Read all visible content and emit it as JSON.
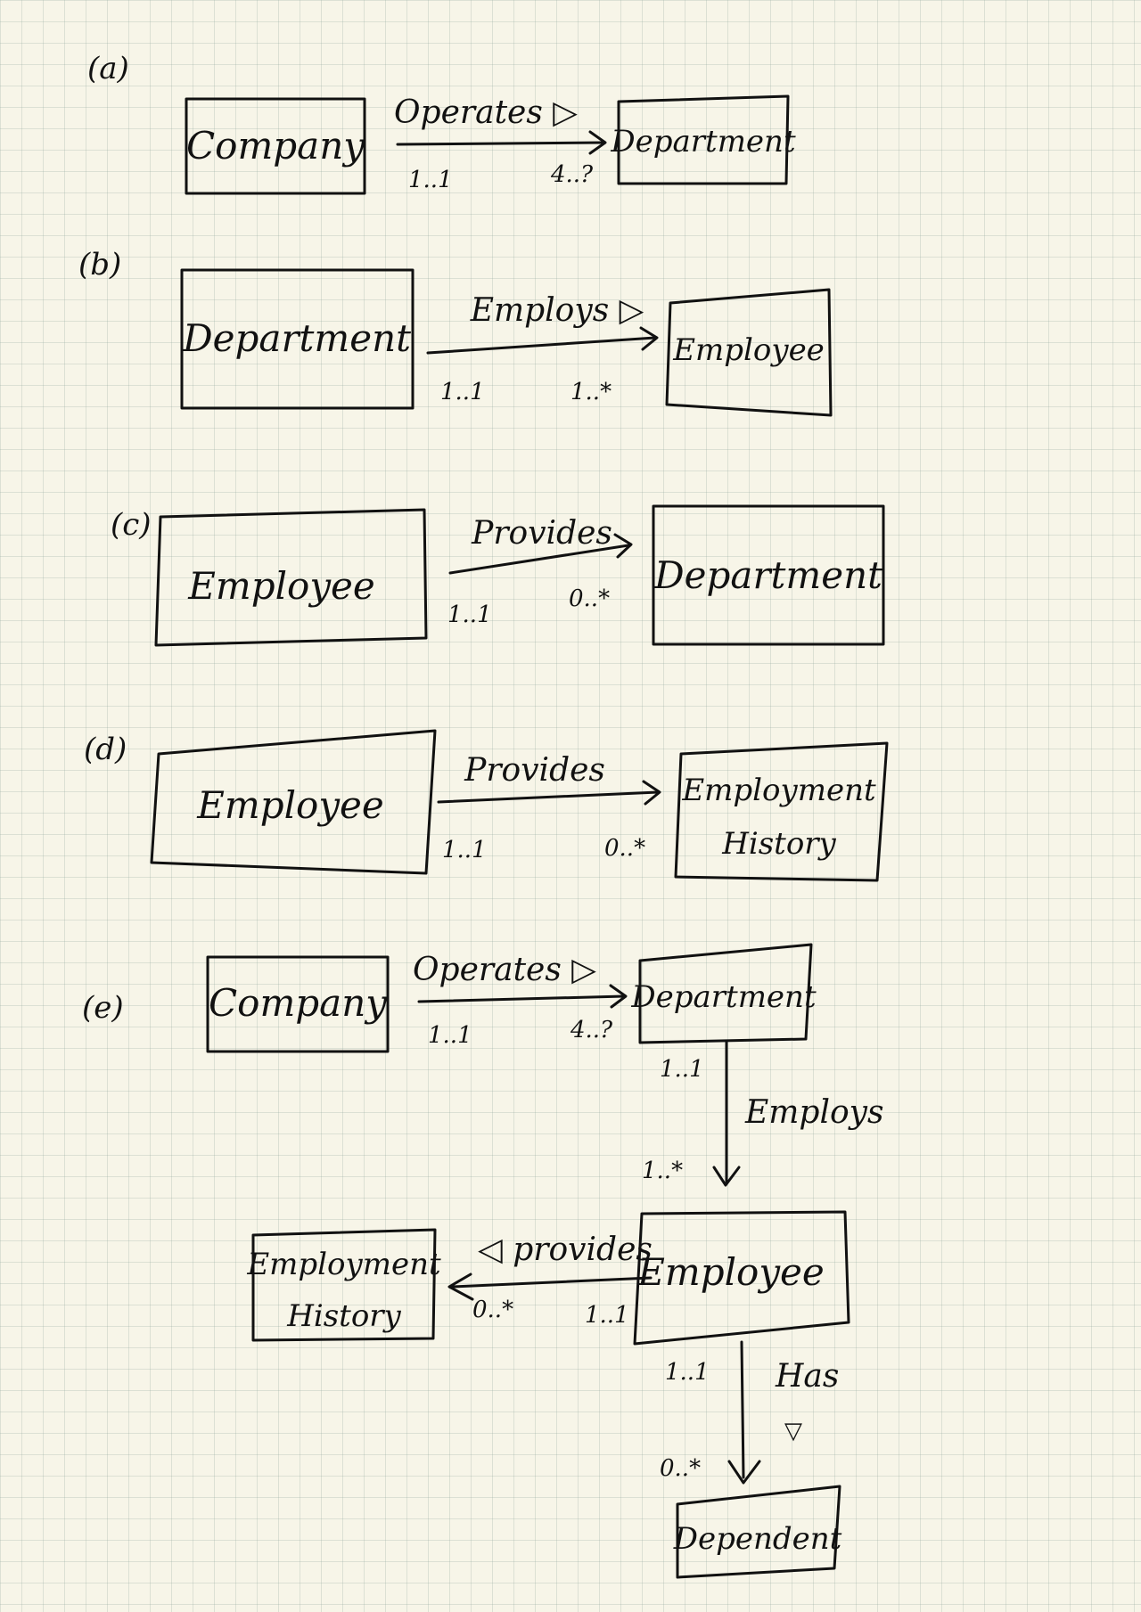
{
  "parts": [
    "(a)",
    "(b)",
    "(c)",
    "(d)",
    "(e)"
  ],
  "a": {
    "source": "Company",
    "target": "Department",
    "verb": "Operates ▷",
    "mult_source": "1..1",
    "mult_target": "4..?"
  },
  "b": {
    "source": "Department",
    "target": "Employee",
    "verb": "Employs ▷",
    "mult_source": "1..1",
    "mult_target": "1..*"
  },
  "c": {
    "source": "Employee",
    "target": "Department",
    "verb": "Provides",
    "mult_source": "1..1",
    "mult_target": "0..*"
  },
  "d": {
    "source": "Employee",
    "target_line1": "Employment",
    "target_line2": "History",
    "verb": "Provides",
    "mult_source": "1..1",
    "mult_target": "0..*"
  },
  "e": {
    "company": "Company",
    "department": "Department",
    "employee": "Employee",
    "history_line1": "Employment",
    "history_line2": "History",
    "dependent": "Dependent",
    "operates": "Operates ▷",
    "operates_mult_source": "1..1",
    "operates_mult_target": "4..?",
    "employs": "Employs",
    "employs_mult_source": "1..1",
    "employs_mult_target": "1..*",
    "provides": "◁ provides",
    "provides_mult_history": "0..*",
    "provides_mult_employee": "1..1",
    "has": "Has",
    "has_marker": "▽",
    "has_mult_source": "1..1",
    "has_mult_target": "0..*"
  }
}
